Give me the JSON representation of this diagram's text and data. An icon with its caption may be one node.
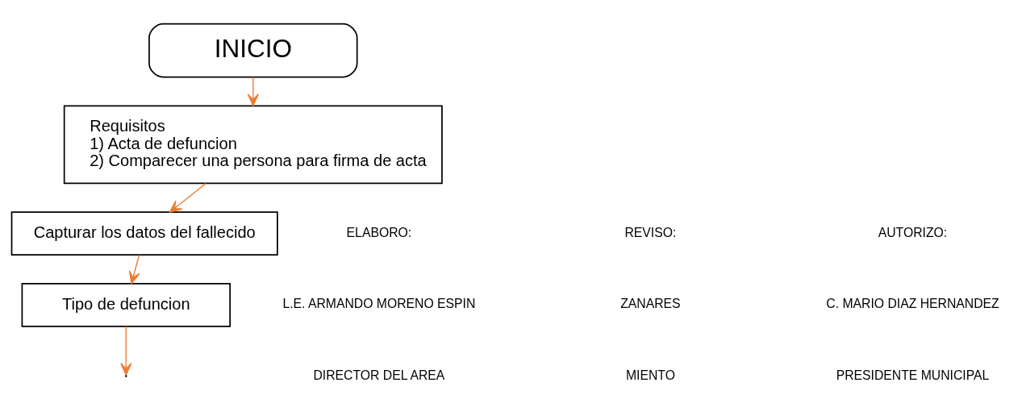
{
  "diagram": {
    "nodes": [
      {
        "text": [
          "INICIO"
        ]
      },
      {
        "text": [
          "Requisitos",
          "1) Acta de defuncion",
          "2) Comparecer una persona para firma de acta"
        ]
      },
      {
        "text": [
          "Capturar los datos del fallecido"
        ]
      },
      {
        "text": [
          "Tipo de defuncion"
        ]
      }
    ],
    "edges": [
      {
        "from": 0,
        "to": 1,
        "arrow": "to"
      },
      {
        "from": 1,
        "to": 2,
        "arrow": "to"
      },
      {
        "from": 2,
        "to": 3,
        "arrow": "to"
      },
      {
        "from": 3,
        "to": null,
        "arrow": "to"
      }
    ],
    "labels": [
      "ELABORO:",
      "REVISO:",
      "AUTORIZO:",
      "L.E. ARMANDO MORENO ESPIN",
      "ZANARES",
      "C. MARIO DIAZ HERNANDEZ",
      "DIRECTOR DEL AREA",
      "MIENTO",
      "PRESIDENTE MUNICIPAL"
    ]
  }
}
